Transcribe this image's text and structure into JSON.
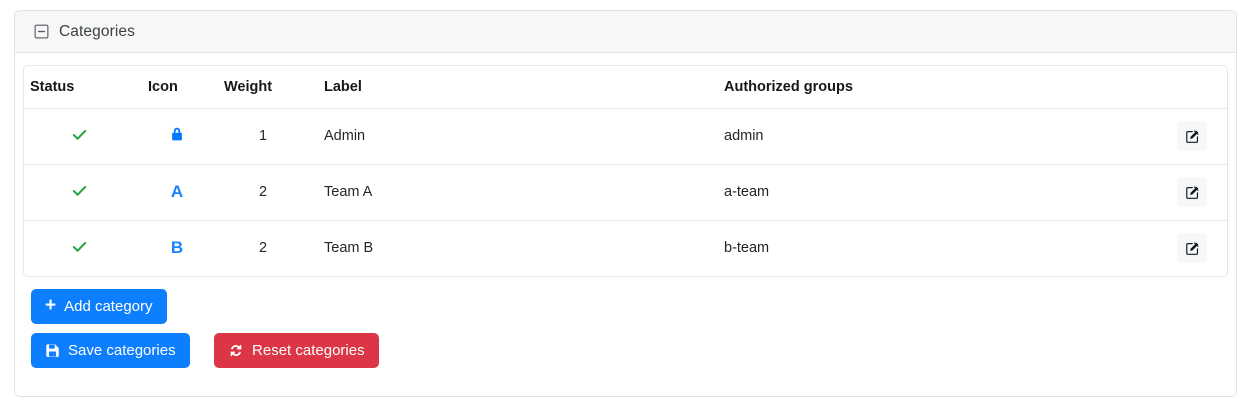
{
  "card": {
    "title": "Categories",
    "collapse_icon": "dash-square-icon"
  },
  "table": {
    "columns": [
      "Status",
      "Icon",
      "Weight",
      "Label",
      "Authorized groups"
    ],
    "rows": [
      {
        "status": "enabled",
        "status_icon": "check-icon",
        "icon_type": "lock",
        "icon_label": "",
        "weight": "1",
        "label": "Admin",
        "groups": "admin",
        "action_icon": "pencil-square-icon"
      },
      {
        "status": "enabled",
        "status_icon": "check-icon",
        "icon_type": "letter",
        "icon_label": "A",
        "weight": "2",
        "label": "Team A",
        "groups": "a-team",
        "action_icon": "pencil-square-icon"
      },
      {
        "status": "enabled",
        "status_icon": "check-icon",
        "icon_type": "letter",
        "icon_label": "B",
        "weight": "2",
        "label": "Team B",
        "groups": "b-team",
        "action_icon": "pencil-square-icon"
      }
    ]
  },
  "actions": {
    "add": {
      "label": "Add category",
      "icon": "plus-icon"
    },
    "save": {
      "label": "Save categories",
      "icon": "floppy-save-icon"
    },
    "reset": {
      "label": "Reset categories",
      "icon": "refresh-sync-icon"
    }
  },
  "colors": {
    "primary": "#0d7efd",
    "danger": "#dc3545",
    "success": "#28a745",
    "icon_blue": "#007bff",
    "header_bg": "#f7f7f7",
    "border": "#e6e6e6"
  }
}
